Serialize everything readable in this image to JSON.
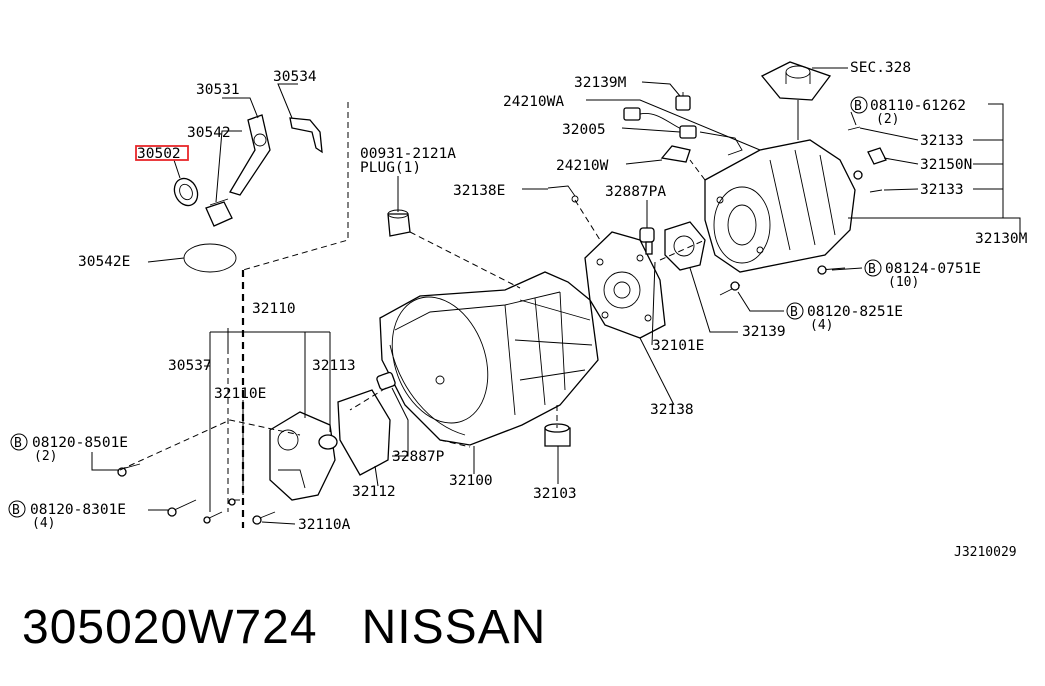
{
  "labels": {
    "sec328": "SEC.328",
    "l32139m": "32139M",
    "l24210wa": "24210WA",
    "l32005": "32005",
    "l24210w": "24210W",
    "l32138e": "32138E",
    "l32887pa": "32887PA",
    "l00931": "00931-2121A",
    "plug": "PLUG(1)",
    "l30531": "30531",
    "l30534": "30534",
    "l30542": "30542",
    "l30502": "30502",
    "l30542e": "30542E",
    "b08110": "08110-61262",
    "b08110qty": "(2)",
    "l32133a": "32133",
    "l32150n": "32150N",
    "l32133b": "32133",
    "l32130m": "32130M",
    "b08124": "08124-0751E",
    "b08124qty": "(10)",
    "b08120_8251": "08120-8251E",
    "b08120_8251qty": "(4)",
    "l32139": "32139",
    "l32101e": "32101E",
    "l32138": "32138",
    "l32110": "32110",
    "l30537": "30537",
    "l32113": "32113",
    "l32110e": "32110E",
    "b08120_8501": "08120-8501E",
    "b08120_8501qty": "(2)",
    "b08120_8301": "08120-8301E",
    "b08120_8301qty": "(4)",
    "l32110a": "32110A",
    "l32112": "32112",
    "l32887p": "32887P",
    "l32100": "32100",
    "l32103": "32103",
    "diagram_code": "J3210029",
    "bolt_symbol": "B"
  },
  "highlight": {
    "part": "30502",
    "color": "#e8272a"
  },
  "footer": {
    "part_number": "305020W724",
    "brand": "NISSAN"
  }
}
